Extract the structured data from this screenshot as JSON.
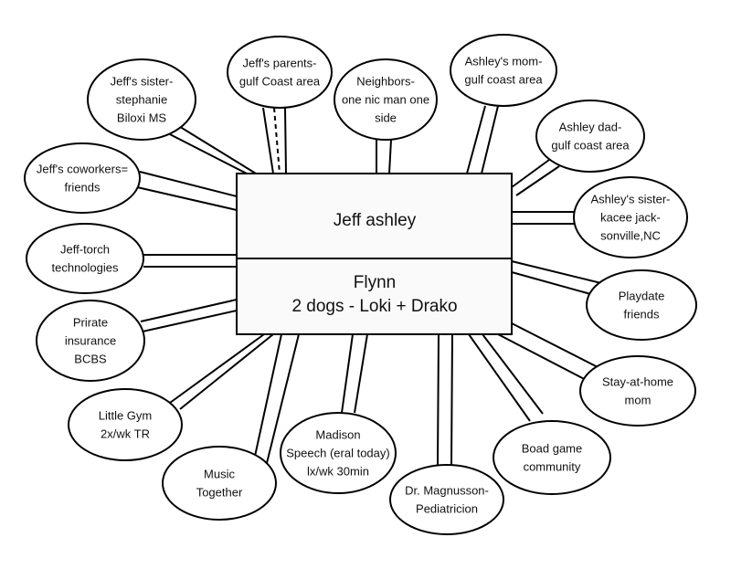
{
  "center": {
    "top_line": "Jeff ashley",
    "bottom_lines": [
      "Flynn",
      "2 dogs - Loki + Drako"
    ]
  },
  "nodes": [
    {
      "lines": [
        "Jeff's parents-",
        "gulf Coast area"
      ],
      "style": "dashed"
    },
    {
      "lines": [
        "Neighbors-",
        "one nic man one",
        "side"
      ],
      "style": "solid"
    },
    {
      "lines": [
        "Ashley's mom-",
        "gulf coast area"
      ],
      "style": "solid"
    },
    {
      "lines": [
        "Jeff's sister-",
        "stephanie",
        "Biloxi MS"
      ],
      "style": "solid"
    },
    {
      "lines": [
        "Ashley dad-",
        "gulf coast area"
      ],
      "style": "solid"
    },
    {
      "lines": [
        "Jeff's coworkers=",
        "friends"
      ],
      "style": "solid"
    },
    {
      "lines": [
        "Ashley's sister-",
        "kacee jack-",
        "sonville,NC"
      ],
      "style": "solid"
    },
    {
      "lines": [
        "Jeff-torch",
        "technologies"
      ],
      "style": "solid"
    },
    {
      "lines": [
        "Playdate",
        "friends"
      ],
      "style": "solid"
    },
    {
      "lines": [
        "Prirate",
        "insurance",
        "BCBS"
      ],
      "style": "solid"
    },
    {
      "lines": [
        "Stay-at-home",
        "mom"
      ],
      "style": "solid"
    },
    {
      "lines": [
        "Little Gym",
        "2x/wk TR"
      ],
      "style": "solid"
    },
    {
      "lines": [
        "Boad game",
        "community"
      ],
      "style": "solid"
    },
    {
      "lines": [
        "Madison",
        "Speech (eral today)",
        "lx/wk 30min"
      ],
      "style": "solid"
    },
    {
      "lines": [
        "Music",
        "Together"
      ],
      "style": "solid"
    },
    {
      "lines": [
        "Dr. Magnusson-",
        "Pediatricion"
      ],
      "style": "solid"
    }
  ]
}
